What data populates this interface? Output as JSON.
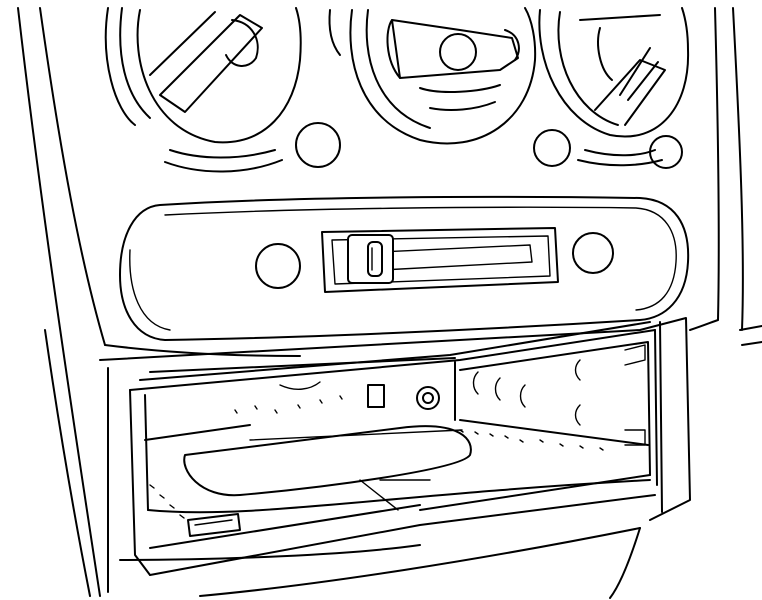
{
  "colors": {
    "line": "#000000",
    "background": "#ffffff"
  },
  "parts": [
    {
      "name": "console-bezel"
    },
    {
      "name": "heater-dial-left"
    },
    {
      "name": "heater-dial-center"
    },
    {
      "name": "heater-dial-right"
    },
    {
      "name": "fan-slider-panel"
    },
    {
      "name": "radio-mounting-cage"
    },
    {
      "name": "release-tab"
    }
  ]
}
